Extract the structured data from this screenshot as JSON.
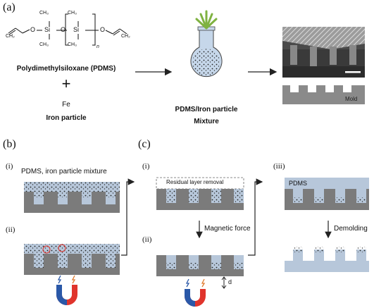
{
  "panel_a": {
    "label": "(a)",
    "pdms_name": "Polydimethylsiloxane (PDMS)",
    "plus": "+",
    "fe": "Fe",
    "iron_particle": "Iron particle",
    "mixture_line1": "PDMS/Iron particle",
    "mixture_line2": "Mixture",
    "mold": "Mold",
    "formula": {
      "ch3": "CH₃",
      "ch2": "CH₂",
      "si": "Si",
      "o": "O",
      "n": "n"
    }
  },
  "panel_b": {
    "label": "(b)",
    "step_i": "(i)",
    "step_i_text": "PDMS, iron particle mixture",
    "step_ii": "(ii)"
  },
  "panel_c": {
    "label": "(c)",
    "step_i": "(i)",
    "residual": "Residual layer removal",
    "magnetic_force": "Magnetic force",
    "step_ii": "(ii)",
    "d": "d",
    "step_iii": "(iii)",
    "pdms": "PDMS",
    "demolding": "Demolding"
  },
  "colors": {
    "mold_gray": "#7b7b7b",
    "pdms_blue": "#b7c7da",
    "magnet_red": "#e0342c",
    "magnet_blue": "#2a58a8",
    "arrow": "#222222"
  }
}
